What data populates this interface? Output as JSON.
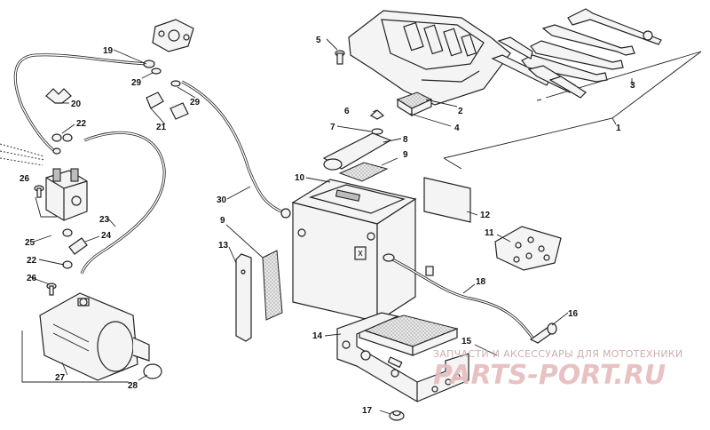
{
  "callouts": {
    "c1": "1",
    "c2": "2",
    "c3": "3",
    "c4": "4",
    "c5": "5",
    "c6": "6",
    "c7": "7",
    "c8": "8",
    "c9a": "9",
    "c9b": "9",
    "c10": "10",
    "c11": "11",
    "c12": "12",
    "c13": "13",
    "c14": "14",
    "c15": "15",
    "c16": "16",
    "c17": "17",
    "c18": "18",
    "c19": "19",
    "c20": "20",
    "c21": "21",
    "c22a": "22",
    "c22b": "22",
    "c23": "23",
    "c24": "24",
    "c25": "25",
    "c26a": "26",
    "c26b": "26",
    "c27": "27",
    "c28": "28",
    "c29a": "29",
    "c29b": "29",
    "c30": "30"
  },
  "watermark": {
    "text": "ЗАПЧАСТИ И АКСЕССУАРЫ ДЛЯ МОТОТЕХНИКИ",
    "logo": "PARTS-PORT.RU"
  }
}
